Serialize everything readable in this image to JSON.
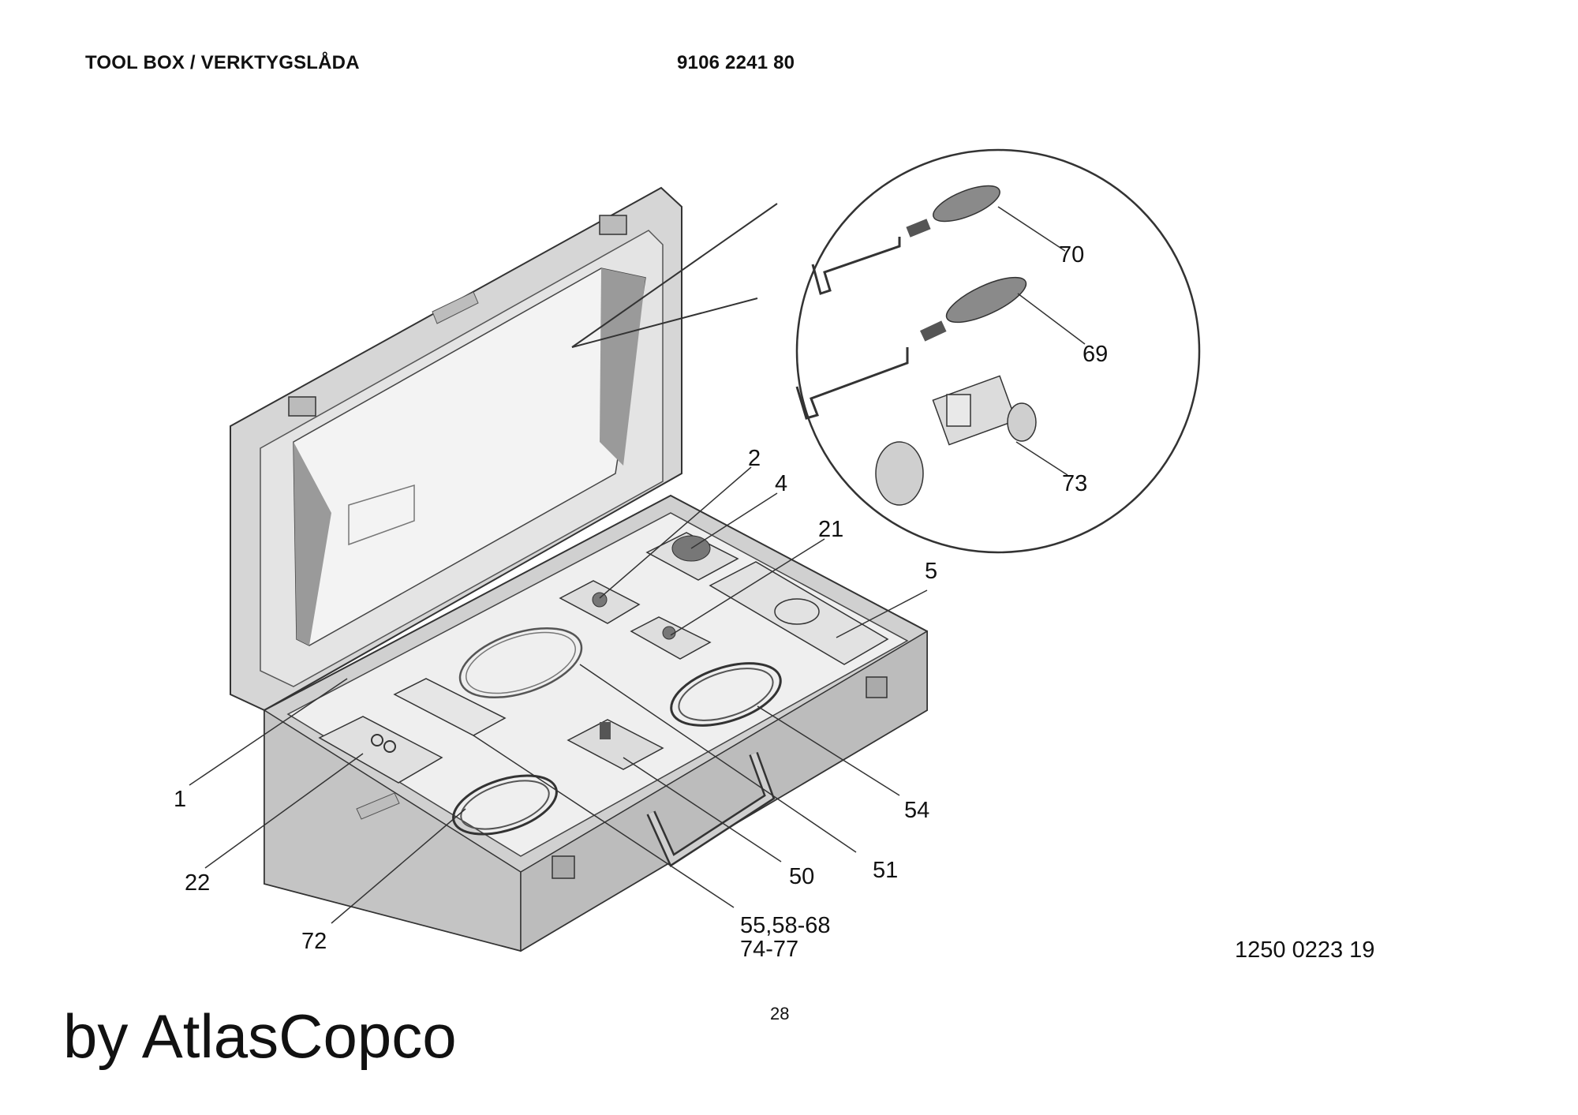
{
  "header": {
    "title": "TOOL BOX / VERKTYGSLÅDA",
    "part_number": "9106 2241 80"
  },
  "callouts": {
    "c70": "70",
    "c69": "69",
    "c73": "73",
    "c2": "2",
    "c4": "4",
    "c21": "21",
    "c5": "5",
    "c1": "1",
    "c22": "22",
    "c72": "72",
    "c55a": "55,58-68",
    "c55b": "74-77",
    "c50": "50",
    "c51": "51",
    "c54": "54"
  },
  "footer": {
    "drawing_ref": "1250 0223 19",
    "page_number": "28",
    "watermark": "by AtlasCopco"
  },
  "colors": {
    "case_fill": "#d6d6d6",
    "case_dark": "#a8a8a8",
    "tray_fill": "#eeeeee",
    "line": "#333333"
  }
}
